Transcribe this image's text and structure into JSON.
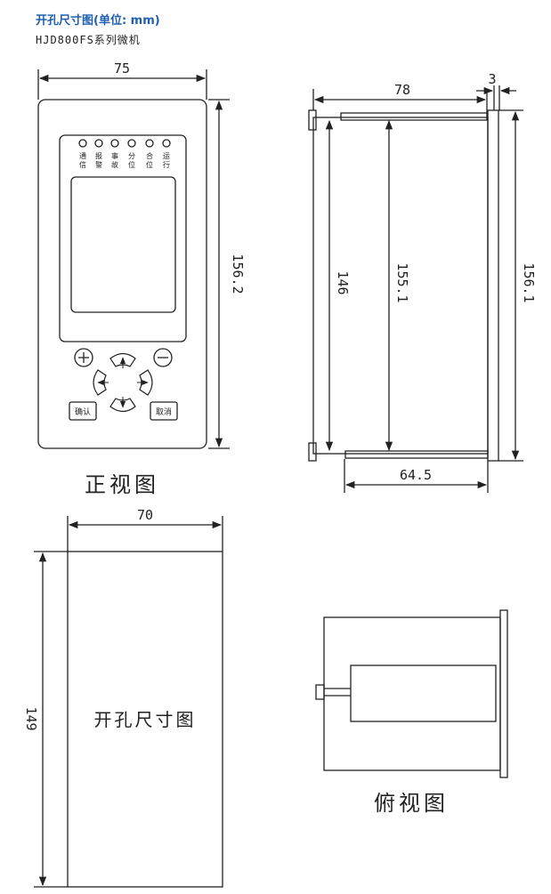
{
  "header": {
    "title": "开孔尺寸图(单位: mm)",
    "subtitle": "HJD800FS系列微机",
    "title_color": "#1f5fb0"
  },
  "front_view": {
    "caption": "正视图",
    "width_dim": "75",
    "height_dim": "156.2",
    "leds": [
      {
        "l1": "通",
        "l2": "信"
      },
      {
        "l1": "报",
        "l2": "警"
      },
      {
        "l1": "事",
        "l2": "故"
      },
      {
        "l1": "分",
        "l2": "位"
      },
      {
        "l1": "合",
        "l2": "位"
      },
      {
        "l1": "运",
        "l2": "行"
      }
    ],
    "confirm_label": "确认",
    "cancel_label": "取消"
  },
  "side_view": {
    "top_dim": "78",
    "panel_dim": "3",
    "bottom_dim": "64.5",
    "inner_height_dim": "146",
    "middle_height_dim": "155.1",
    "outer_height_dim": "156.1"
  },
  "cutout": {
    "label": "开孔尺寸图",
    "width_dim": "70",
    "height_dim": "149"
  },
  "top_view": {
    "caption": "俯视图"
  }
}
